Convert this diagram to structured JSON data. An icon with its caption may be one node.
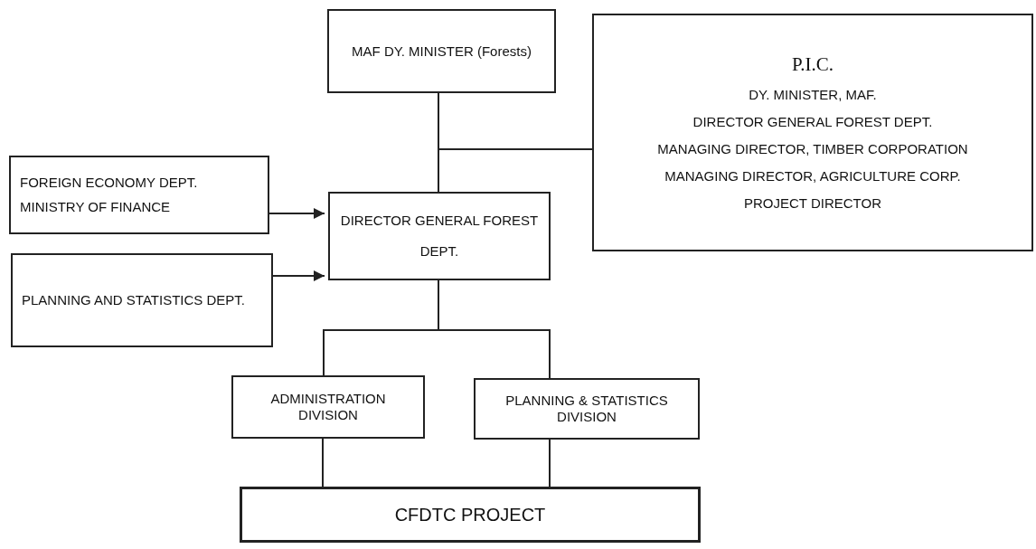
{
  "diagram": {
    "nodes": [
      {
        "text": [
          "MAF DY. MINISTER (Forests)"
        ]
      },
      {
        "text": [
          "P.I.C.",
          "DY. MINISTER, MAF.",
          "DIRECTOR GENERAL FOREST DEPT.",
          "MANAGING DIRECTOR, TIMBER CORPORATION",
          "MANAGING DIRECTOR, AGRICULTURE CORP.",
          "PROJECT DIRECTOR"
        ]
      },
      {
        "text": [
          "FOREIGN ECONOMY DEPT. MINISTRY OF FINANCE"
        ]
      },
      {
        "text": [
          "DIRECTOR GENERAL FOREST DEPT."
        ]
      },
      {
        "text": [
          "PLANNING AND STATISTICS DEPT."
        ]
      },
      {
        "text": [
          "ADMINISTRATION DIVISION"
        ]
      },
      {
        "text": [
          "PLANNING & STATISTICS DIVISION"
        ]
      },
      {
        "text": [
          "CFDTC PROJECT"
        ]
      }
    ],
    "edges": [
      {
        "from": 0,
        "to": 3,
        "arrow": "none"
      },
      {
        "from": 1,
        "to": 3,
        "arrow": "none"
      },
      {
        "from": 2,
        "to": 3,
        "arrow": "to"
      },
      {
        "from": 4,
        "to": 3,
        "arrow": "to"
      },
      {
        "from": 3,
        "to": 5,
        "arrow": "none"
      },
      {
        "from": 3,
        "to": 6,
        "arrow": "none"
      },
      {
        "from": 5,
        "to": 7,
        "arrow": "none"
      },
      {
        "from": 6,
        "to": 7,
        "arrow": "none"
      }
    ]
  }
}
